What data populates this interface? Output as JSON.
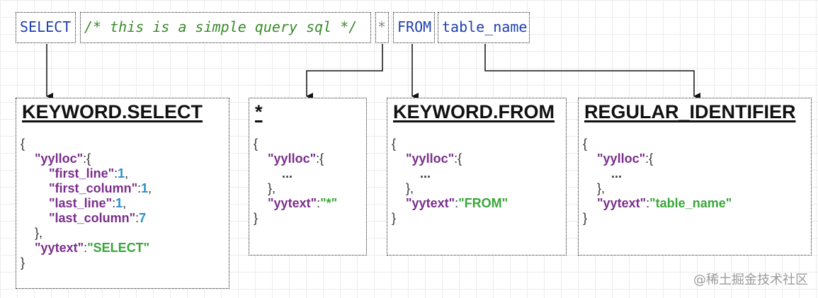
{
  "tokens": {
    "select": "SELECT",
    "comment": "/* this is a simple query sql */",
    "star": "*",
    "from": "FROM",
    "table": "table_name"
  },
  "boxes": {
    "select": {
      "title": "KEYWORD.SELECT",
      "brace_open": "{",
      "loc_key": "\"yylloc\"",
      "loc_open": ":{",
      "fields": [
        {
          "key": "\"first_line\"",
          "value": "1",
          "sep": ","
        },
        {
          "key": "\"first_column\"",
          "value": "1",
          "sep": ","
        },
        {
          "key": "\"last_line\"",
          "value": "1",
          "sep": ","
        },
        {
          "key": "\"last_column\"",
          "value": "7",
          "sep": ""
        }
      ],
      "loc_close": "},",
      "text_key": "\"yytext\"",
      "text_value": "\"SELECT\"",
      "brace_close": "}"
    },
    "star": {
      "title": "*",
      "brace_open": "{",
      "loc_key": "\"yylloc\"",
      "loc_open": ":{",
      "ellipsis": "...",
      "loc_close": "},",
      "text_key": "\"yytext\"",
      "text_value": "\"*\"",
      "brace_close": "}"
    },
    "from": {
      "title": "KEYWORD.FROM",
      "brace_open": "{",
      "loc_key": "\"yylloc\"",
      "loc_open": ":{",
      "ellipsis": "...",
      "loc_close": "},",
      "text_key": "\"yytext\"",
      "text_value": "\"FROM\"",
      "brace_close": "}"
    },
    "identifier": {
      "title": "REGULAR_IDENTIFIER",
      "brace_open": "{",
      "loc_key": "\"yylloc\"",
      "loc_open": ":{",
      "ellipsis": "...",
      "loc_close": "},",
      "text_key": "\"yytext\"",
      "text_value": "\"table_name\"",
      "brace_close": "}"
    }
  },
  "separator": ":",
  "watermark": "@稀土掘金技术社区",
  "colors": {
    "keyword": "#1f3fb0",
    "comment": "#3a8a2a",
    "json_key": "#7a2e8c",
    "json_number": "#2a8ec9",
    "json_string": "#3aa63a"
  }
}
